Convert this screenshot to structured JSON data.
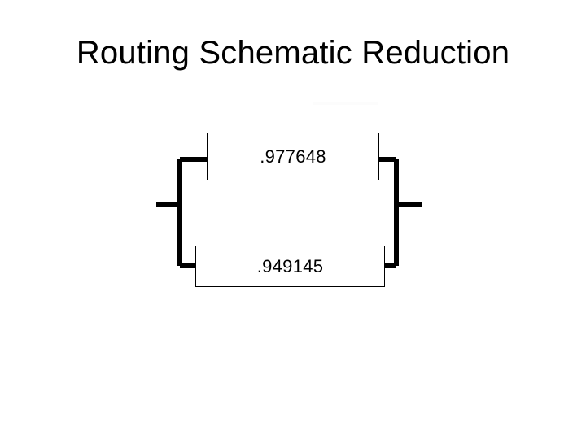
{
  "slide": {
    "title": "Routing Schematic Reduction",
    "background_color": "#ffffff",
    "ink_color": "#000000"
  },
  "schematic": {
    "type": "parallel-reliability-block-diagram",
    "description": "Two reliability blocks connected in parallel between a left terminal and a right terminal",
    "blocks": [
      {
        "id": "top",
        "name": "upper-parallel-branch",
        "value": ".977648",
        "fill_color": "#ffffff",
        "border_color": "#000000"
      },
      {
        "id": "bottom",
        "name": "lower-parallel-branch",
        "value": ".949145",
        "fill_color": "#ffffff",
        "border_color": "#000000"
      }
    ],
    "terminals": [
      {
        "id": "left",
        "name": "left-terminal-lead"
      },
      {
        "id": "right",
        "name": "right-terminal-lead"
      }
    ],
    "wire_color": "#000000",
    "wire_width": 6
  }
}
